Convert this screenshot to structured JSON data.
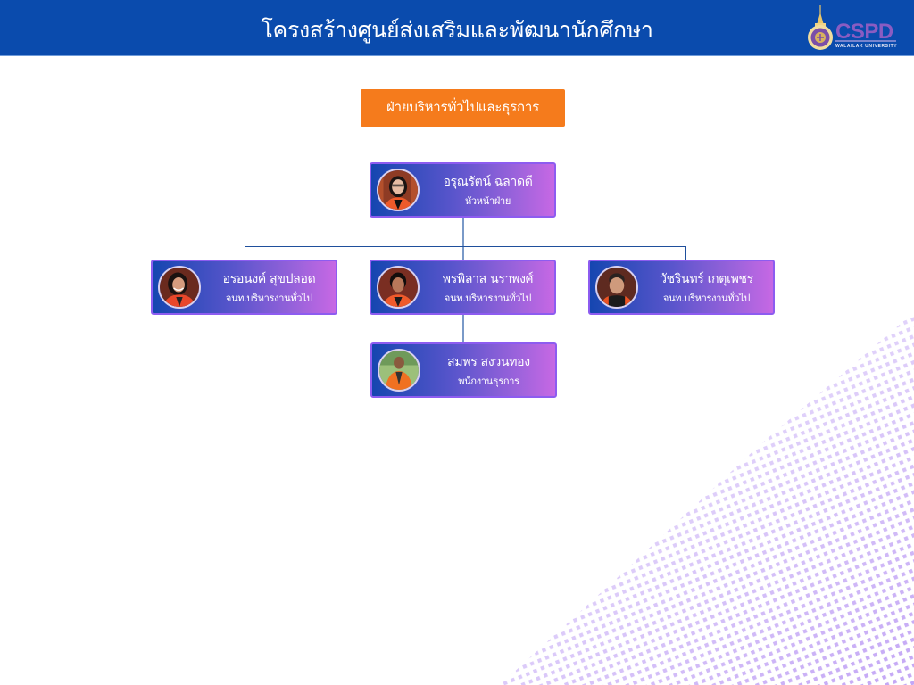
{
  "header": {
    "title": "โครงสร้างศูนย์ส่งเสริมและพัฒนานักศึกษา",
    "logo": {
      "text": "CSPD",
      "subtitle": "WALAILAK UNIVERSITY",
      "icon": "university-emblem-icon"
    },
    "colors": {
      "background": "#0a4bad",
      "logo_text": "#8a5cc2"
    }
  },
  "department": {
    "label": "ฝ่ายบริหารทั่วไปและธุรการ",
    "color": "#f57b1c"
  },
  "org_chart": {
    "head": {
      "name": "อรุณรัตน์ ฉลาดดี",
      "role": "หัวหน้าฝ่าย"
    },
    "staff": [
      {
        "name": "อรอนงค์ สุขปลอด",
        "role": "จนท.บริหารงานทั่วไป"
      },
      {
        "name": "พรพิลาส นราพงศ์",
        "role": "จนท.บริหารงานทั่วไป"
      },
      {
        "name": "วัชรินทร์ เกตุเพชร",
        "role": "จนท.บริหารงานทั่วไป"
      }
    ],
    "sub_staff": [
      {
        "name": "สมพร สงวนทอง",
        "role": "พนักงานธุรการ"
      }
    ],
    "card_gradient": [
      "#1546b0",
      "#c768e4"
    ],
    "card_border": "#8d5cf0",
    "connector_color": "#1f4f9c"
  },
  "decoration": {
    "pattern": "halftone-dots",
    "color": "#c3a6f5"
  }
}
